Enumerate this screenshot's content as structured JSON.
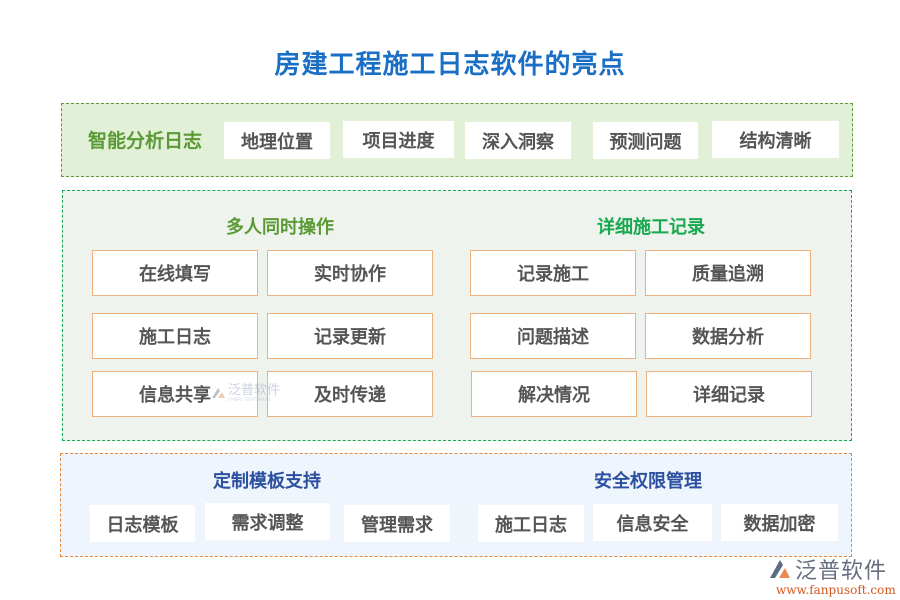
{
  "title": "房建工程施工日志软件的亮点",
  "colors": {
    "title": "#1a6fc4",
    "top_panel_bg": "#e3f0d8",
    "top_panel_border": "#5c9a3a",
    "mid_panel_bg": "#eef3ee",
    "mid_panel_border": "#1aa85a",
    "bottom_panel_bg": "#eef5fc",
    "bottom_panel_border": "#e8863a",
    "box_border": "#efb07e",
    "text": "#555555"
  },
  "top_panel": {
    "label": "智能分析日志",
    "chips": [
      "地理位置",
      "项目进度",
      "深入洞察",
      "预测问题",
      "结构清晰"
    ]
  },
  "middle_panel": {
    "left": {
      "title": "多人同时操作",
      "items": [
        "在线填写",
        "实时协作",
        "施工日志",
        "记录更新",
        "信息共享",
        "及时传递"
      ]
    },
    "right": {
      "title": "详细施工记录",
      "items": [
        "记录施工",
        "质量追溯",
        "问题描述",
        "数据分析",
        "解决情况",
        "详细记录"
      ]
    }
  },
  "bottom_panel": {
    "left": {
      "title": "定制模板支持",
      "items": [
        "日志模板",
        "需求调整",
        "管理需求"
      ]
    },
    "right": {
      "title": "安全权限管理",
      "items": [
        "施工日志",
        "信息安全",
        "数据加密"
      ]
    }
  },
  "watermark": {
    "text": "泛普软件",
    "sub": "FANPU SOFTWARE"
  },
  "logo": {
    "name": "泛普软件",
    "url": "www.fanpusoft.com"
  }
}
